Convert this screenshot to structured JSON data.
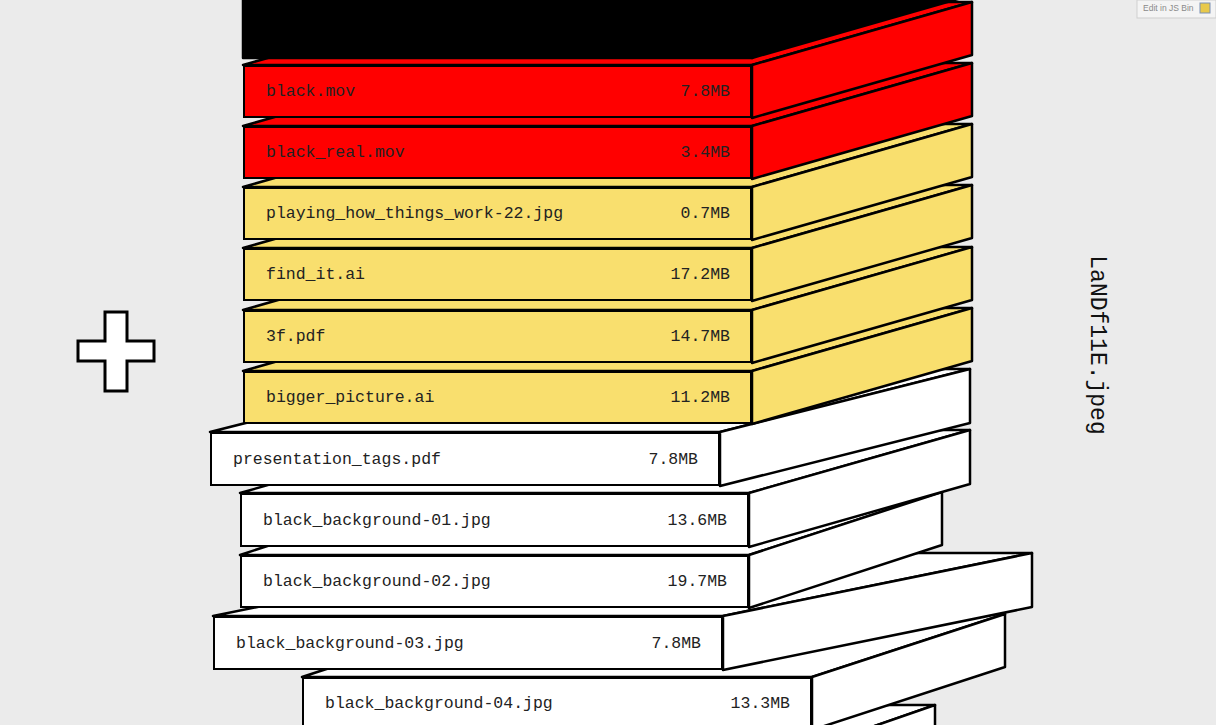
{
  "diagram": {
    "nodes": [
      {
        "text": [
          "black.mov",
          "7.8MB"
        ]
      },
      {
        "text": [
          "black_real.mov",
          "3.4MB"
        ]
      },
      {
        "text": [
          "playing_how_things_work-22.jpg",
          "0.7MB"
        ]
      },
      {
        "text": [
          "find_it.ai",
          "17.2MB"
        ]
      },
      {
        "text": [
          "3f.pdf",
          "14.7MB"
        ]
      },
      {
        "text": [
          "bigger_picture.ai",
          "11.2MB"
        ]
      },
      {
        "text": [
          "presentation_tags.pdf",
          "7.8MB"
        ]
      },
      {
        "text": [
          "black_background-01.jpg",
          "13.6MB"
        ]
      },
      {
        "text": [
          "black_background-02.jpg",
          "19.7MB"
        ]
      },
      {
        "text": [
          "black_background-03.jpg",
          "7.8MB"
        ]
      },
      {
        "text": [
          "black_background-04.jpg",
          "13.3MB"
        ]
      }
    ],
    "labels": [
      "LaNDf11E.jpeg",
      "Edit in JS Bin"
    ]
  }
}
